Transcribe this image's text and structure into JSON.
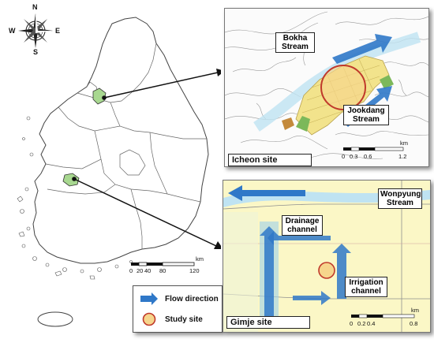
{
  "compass": {
    "north": "N",
    "south": "S",
    "east": "E",
    "west": "W"
  },
  "main_map": {
    "scale": {
      "ticks": [
        "0",
        "20",
        "40",
        "80",
        "120"
      ],
      "unit": "km"
    }
  },
  "icheon_panel": {
    "title": "Icheon site",
    "labels": {
      "bokha": "Bokha\nStream",
      "jookdang": "Jookdang\nStream"
    },
    "scale": {
      "ticks": [
        "0",
        "0.3",
        "0.6",
        "1.2"
      ],
      "unit": "km"
    }
  },
  "gimje_panel": {
    "title": "Gimje site",
    "labels": {
      "wonpyung": "Wonpyung\nStream",
      "drainage": "Drainage\nchannel",
      "irrigation": "Irrigation\nchannel"
    },
    "scale": {
      "ticks": [
        "0",
        "0.2",
        "0.4",
        "0.8"
      ],
      "unit": "km"
    }
  },
  "legend": {
    "items": [
      {
        "icon": "flow-arrow-icon",
        "label": "Flow direction"
      },
      {
        "icon": "study-site-circle-icon",
        "label": "Study site"
      }
    ]
  },
  "colors": {
    "flow_arrow": "#2f78c8",
    "study_site_fill": "#f6d58c",
    "study_site_stroke": "#c0392b",
    "highlight_region": "#a8d890",
    "paddy_fill": "#fbf7c6"
  }
}
